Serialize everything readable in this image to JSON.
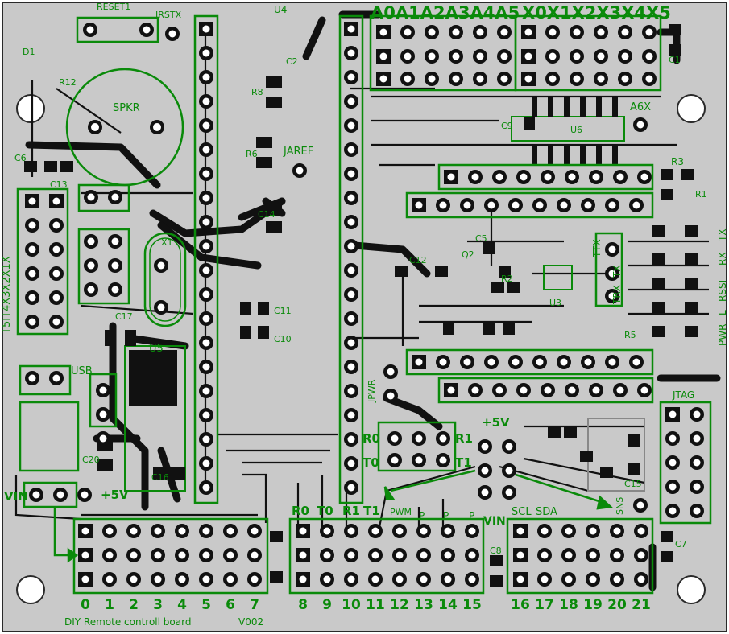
{
  "colors": {
    "board": "#c9c9c9",
    "trace": "#111111",
    "silk": "#0a8a0a",
    "pad": "#ffffff",
    "outline": "#2a2a2a",
    "background": "#ffffff"
  },
  "header": {
    "analog_labels": "A0A1A2A3A4A5",
    "x_labels": "X0X1X2X3X4X5"
  },
  "bottom_numbers": [
    "0",
    "1",
    "2",
    "3",
    "4",
    "5",
    "6",
    "7",
    "8",
    "9",
    "10",
    "11",
    "12",
    "13",
    "14",
    "15",
    "16",
    "17",
    "18",
    "19",
    "20",
    "21"
  ],
  "footer": {
    "title": "DIY Remote controll board",
    "version": "V002"
  },
  "components": {
    "reset": "RESET1",
    "jrstx": "JRSTX",
    "u4": "U4",
    "d1": "D1",
    "r12": "R12",
    "spkr": "SPKR",
    "r8": "R8",
    "c2": "C2",
    "c1": "C1",
    "c9": "C9",
    "u6": "U6",
    "a6x": "A6X",
    "jaref": "JAREF",
    "r6": "R6",
    "r3": "R3",
    "r1": "R1",
    "c6": "C6",
    "c13": "C13",
    "c14": "C14",
    "x1": "X1",
    "c5": "C5",
    "q2": "Q2",
    "c12": "C12",
    "r2": "R2",
    "u3": "U3",
    "c10": "C10",
    "c11": "C11",
    "c17": "C17",
    "u5": "U5",
    "usb": "USB",
    "c20": "C20",
    "c16": "C16",
    "c15": "C15",
    "c7": "C7",
    "c8": "C8",
    "vin": "VIN",
    "plus5v": "+5V",
    "r5": "R5",
    "jtag": "JTAG"
  },
  "headers": {
    "serial": "T5IT4X3X2X1X",
    "r0": "R0",
    "t0": "T0",
    "r1h": "R1",
    "t1": "T1",
    "r0b": "R0",
    "t0b": "T0",
    "r1b": "R1",
    "t1b": "T1",
    "pwm": "PWM",
    "p1": "P",
    "p2": "P",
    "p3": "P",
    "vin2": "VIN",
    "scl": "SCL",
    "sda": "SDA",
    "sense": "SNS",
    "plus5v2": "+5V",
    "jpwr": "JPWR"
  },
  "leds": {
    "tx1": "TX",
    "trx": "TRX",
    "ttx": "TTX",
    "tx2": "TX",
    "rx": "RX",
    "rssi": "RSSI",
    "l": "L",
    "pwr": "PWR"
  }
}
